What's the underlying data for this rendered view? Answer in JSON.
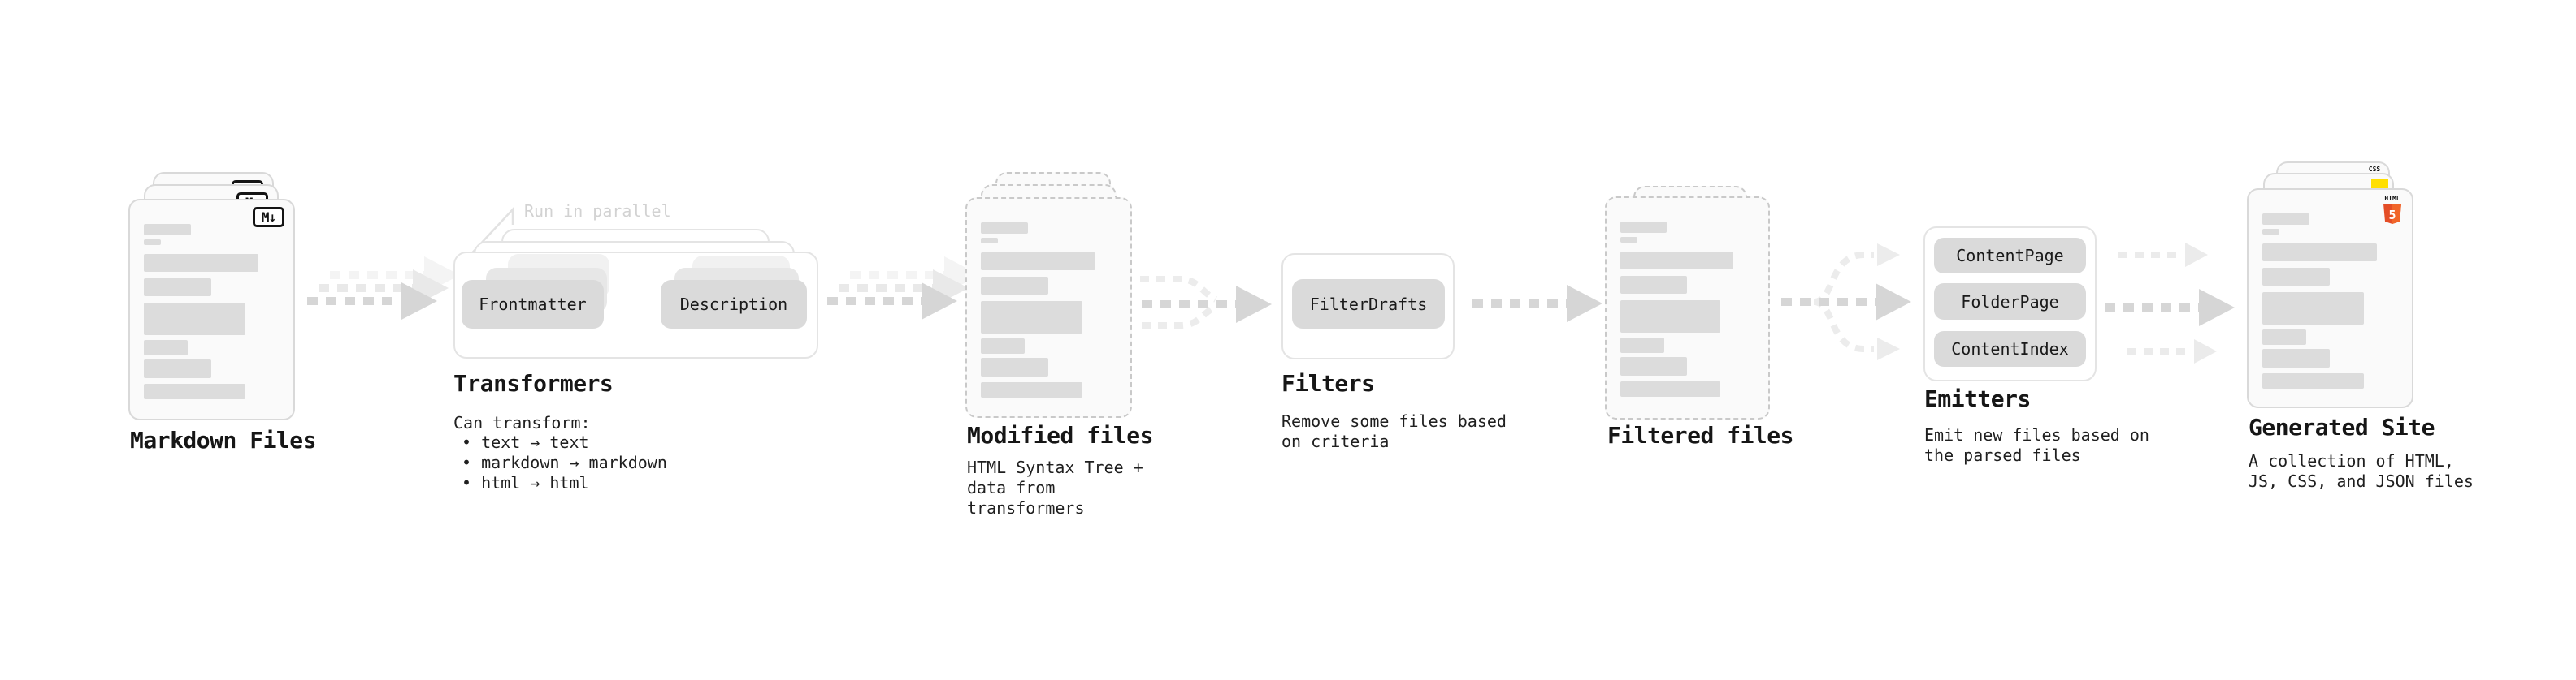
{
  "stages": {
    "markdown_files": {
      "title": "Markdown Files"
    },
    "transformers": {
      "title": "Transformers",
      "note": "Run in parallel",
      "pill_frontmatter": "Frontmatter",
      "pill_description": "Description",
      "heading": "Can transform:",
      "bullets": [
        "• text → text",
        "• markdown → markdown",
        "• html → html"
      ]
    },
    "modified_files": {
      "title": "Modified files",
      "subtitle": "HTML Syntax Tree +\ndata from transformers"
    },
    "filters": {
      "title": "Filters",
      "pill": "FilterDrafts",
      "subtitle": "Remove some files based\non criteria"
    },
    "filtered_files": {
      "title": "Filtered files"
    },
    "emitters": {
      "title": "Emitters",
      "pills": [
        "ContentPage",
        "FolderPage",
        "ContentIndex"
      ],
      "subtitle": "Emit new files based on\nthe parsed files"
    },
    "generated_site": {
      "title": "Generated Site",
      "subtitle": "A collection of HTML,\nJS, CSS, and JSON files"
    }
  },
  "icons": {
    "markdown": "M↓",
    "css": "CSS",
    "html_word": "HTML",
    "html_number": "5"
  },
  "colors": {
    "js_yellow": "#ffdf00",
    "css_blue": "#2e6bee",
    "html_orange": "#e44d26",
    "html_orange_light": "#f16529",
    "arrow_gray": "#d6d6d6",
    "card_bg": "#fafafa"
  }
}
